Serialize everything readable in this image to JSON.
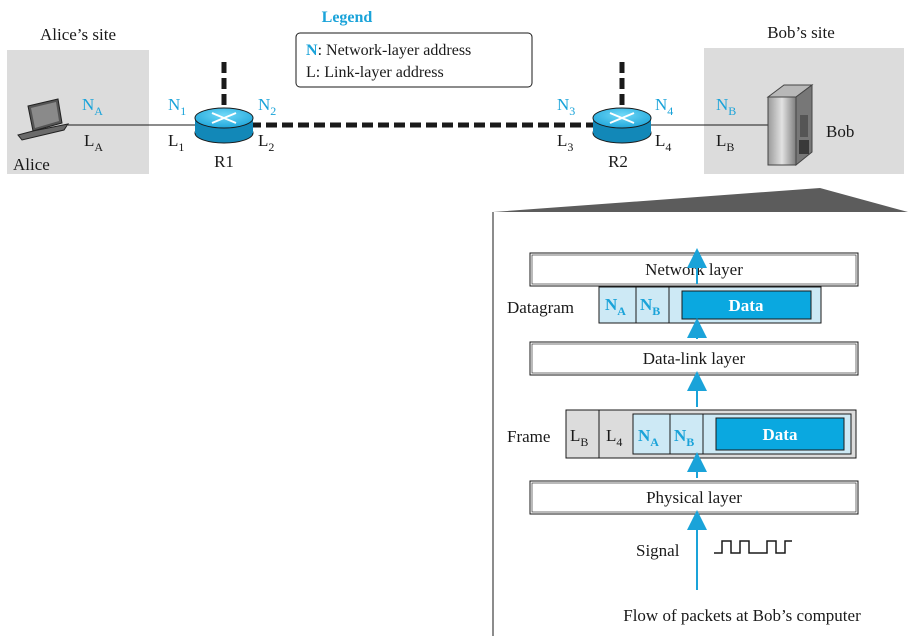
{
  "colors": {
    "accent": "#1aa3d9",
    "data_fill": "#0aa8e0",
    "header_fill": "#cde9f5",
    "site_bg": "#dcdcdc",
    "ink": "#1a1a1a"
  },
  "legend": {
    "title": "Legend",
    "n_key": "N",
    "n_desc": ": Network-layer address",
    "l_key": "L",
    "l_desc": ": Link-layer address"
  },
  "sites": {
    "alice_title": "Alice’s site",
    "bob_title": "Bob’s site"
  },
  "hosts": {
    "alice": "Alice",
    "bob": "Bob",
    "r1": "R1",
    "r2": "R2"
  },
  "addr": {
    "N": "N",
    "L": "L",
    "NA_sub": "A",
    "LA_sub": "A",
    "N1_sub": "1",
    "L1_sub": "1",
    "N2_sub": "2",
    "L2_sub": "2",
    "N3_sub": "3",
    "L3_sub": "3",
    "N4_sub": "4",
    "L4_sub": "4",
    "NB_sub": "B",
    "LB_sub": "B"
  },
  "stack": {
    "network_layer": "Network layer",
    "datagram_label": "Datagram",
    "datalink_layer": "Data-link layer",
    "frame_label": "Frame",
    "physical_layer": "Physical layer",
    "signal_label": "Signal",
    "data_text": "Data",
    "caption": "Flow of packets at Bob’s computer"
  },
  "icons": [
    "laptop-icon",
    "router-icon",
    "server-icon",
    "arrow-up-icon",
    "square-wave-icon"
  ]
}
